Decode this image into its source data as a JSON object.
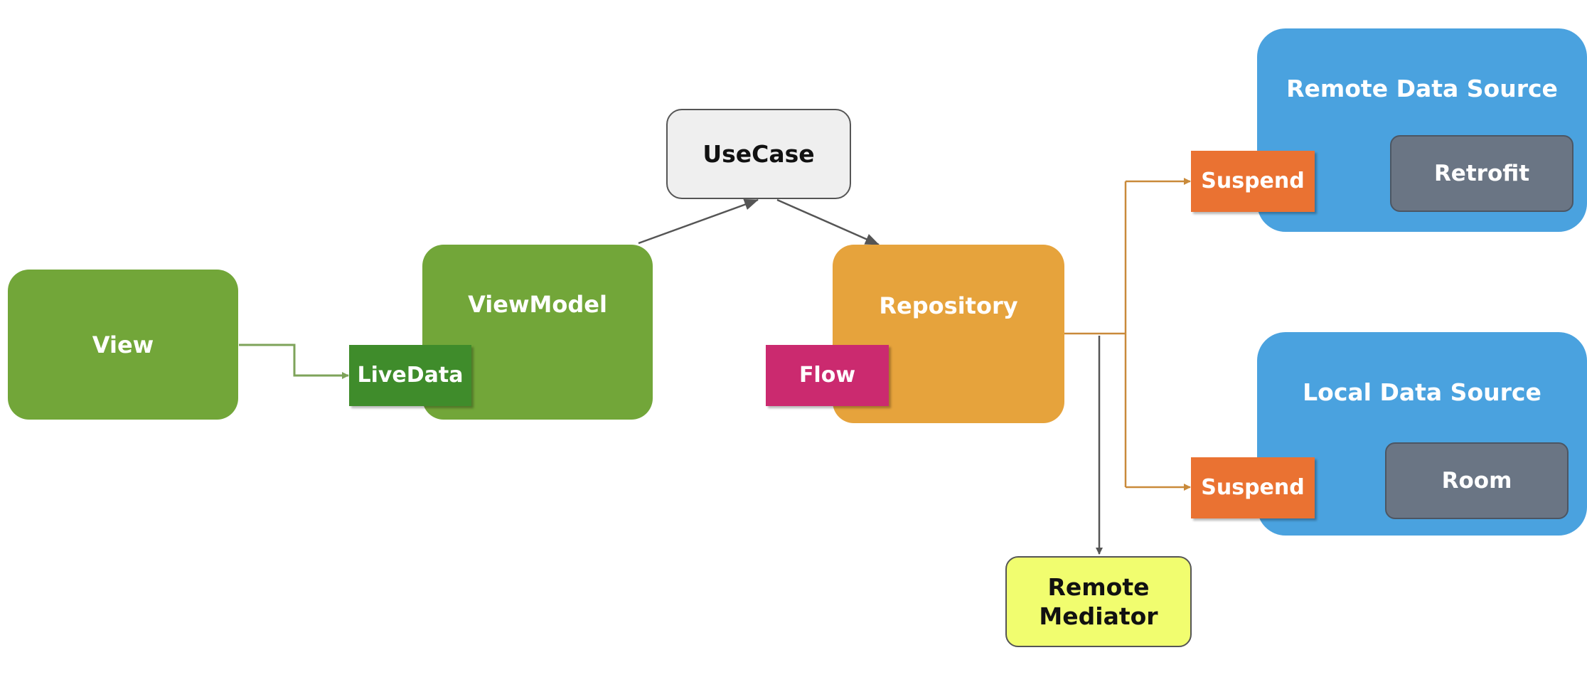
{
  "nodes": {
    "view": "View",
    "view_model": "ViewModel",
    "live_data": "LiveData",
    "use_case": "UseCase",
    "repository": "Repository",
    "flow": "Flow",
    "remote_mediator": "Remote\nMediator",
    "remote_data_source": {
      "title": "Remote Data Source",
      "suspend": "Suspend",
      "library": "Retrofit"
    },
    "local_data_source": {
      "title": "Local Data Source",
      "suspend": "Suspend",
      "library": "Room"
    }
  },
  "colors": {
    "view_green": "#72a639",
    "livedata_green": "#3f8c2b",
    "usecase_gray": "#efefef",
    "repository_orange": "#e6a33c",
    "flow_magenta": "#cb2a6f",
    "data_source_blue": "#4aa2df",
    "library_slate": "#6a7584",
    "suspend_orange": "#ea7232",
    "mediator_yellow": "#f1fd6f"
  }
}
